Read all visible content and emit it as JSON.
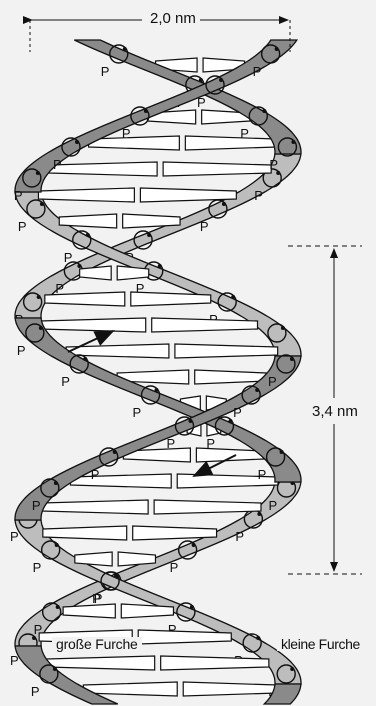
{
  "labels": {
    "width": "2,0 nm",
    "pitch": "3,4 nm",
    "major_groove": "große Furche",
    "minor_groove": "kleine Furche",
    "phosphate": "P"
  },
  "colors": {
    "background": "#f2f2f2",
    "strand_dark": "#8a8a8a",
    "strand_light": "#bdbdbd",
    "outline": "#111111",
    "base_fill": "#ffffff"
  },
  "icons": {
    "direction_up": "arrow-up-right-icon",
    "direction_down": "arrow-down-left-icon"
  }
}
